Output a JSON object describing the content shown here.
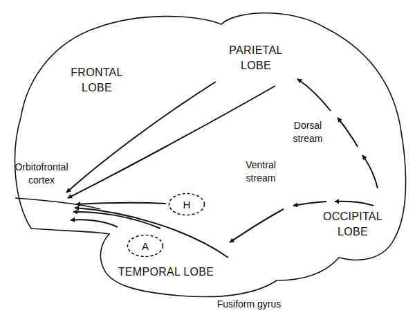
{
  "diagram": {
    "nodes": [
      {
        "text": [
          "H"
        ]
      },
      {
        "text": [
          "A"
        ]
      }
    ],
    "labels": [
      "FRONTAL LOBE",
      "PARIETAL LOBE",
      "Dorsal stream",
      "Orbitofrontal cortex",
      "Ventral stream",
      "OCCIPITAL LOBE",
      "TEMPORAL LOBE",
      "Fusiform gyrus"
    ]
  }
}
